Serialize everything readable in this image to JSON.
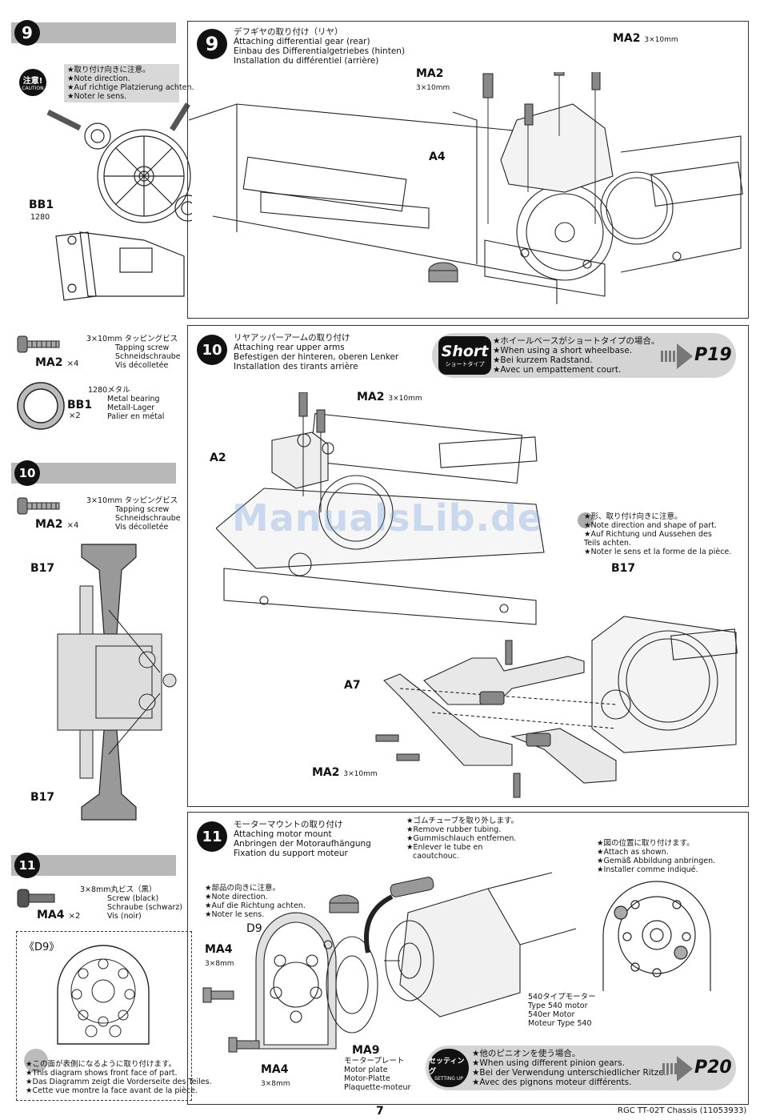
{
  "sidebar": {
    "step9": {
      "number": "9",
      "caution_label": "注意!",
      "caution_sub": "CAUTION",
      "notes": [
        "★取り付け向きに注意。",
        "★Note direction.",
        "★Auf richtige Platzierung achten.",
        "★Noter le sens."
      ],
      "part_label": "BB1",
      "part_sub": "1280"
    },
    "parts9": [
      {
        "code": "MA2",
        "qty": "×4",
        "lines": [
          "3×10mm タッピングビス",
          "Tapping screw",
          "Schneidschraube",
          "Vis décolletée"
        ]
      },
      {
        "code": "BB1",
        "qty": "×2",
        "lines": [
          "1280メタル",
          "Metal bearing",
          "Metall-Lager",
          "Palier en métal"
        ]
      }
    ],
    "step10": {
      "number": "10",
      "part": {
        "code": "MA2",
        "qty": "×4",
        "lines": [
          "3×10mm タッピングビス",
          "Tapping screw",
          "Schneidschraube",
          "Vis décolletée"
        ]
      },
      "labels": [
        "B17",
        "B17"
      ]
    },
    "step11": {
      "number": "11",
      "part": {
        "code": "MA4",
        "qty": "×2",
        "lines": [
          "3×8mm丸ビス（黒）",
          "Screw (black)",
          "Schraube (schwarz)",
          "Vis (noir)"
        ]
      },
      "detail_label": "《D9》",
      "detail_notes": [
        "★この面が表側になるように取り付けます。",
        "★This diagram shows front face of part.",
        "★Das Diagramm zeigt die Vorderseite des Teiles.",
        "★Cette vue montre la face avant de la pièce."
      ]
    }
  },
  "step9": {
    "number": "9",
    "title": [
      "デフギヤの取り付け（リヤ）",
      "Attaching differential gear (rear)",
      "Einbau des Differentialgetriebes (hinten)",
      "Installation du différentiel (arrière)"
    ],
    "labels": {
      "ma2_right": "MA2",
      "ma2_right_size": "3×10mm",
      "ma2_left": "MA2",
      "ma2_left_size": "3×10mm",
      "a4": "A4"
    }
  },
  "step10": {
    "number": "10",
    "title": [
      "リヤアッパーアームの取り付け",
      "Attaching rear upper arms",
      "Befestigen der hinteren, oberen Lenker",
      "Installation des tirants arrière"
    ],
    "short_badge": "Short",
    "short_badge_sub": "ショートタイプ",
    "short_notes": [
      "★ホイールベースがショートタイプの場合。",
      "★When using a short wheelbase.",
      "★Bei kurzem Radstand.",
      "★Avec un empattement court."
    ],
    "page_ref": "P19",
    "labels": {
      "ma2_top": "MA2",
      "ma2_top_size": "3×10mm",
      "a2": "A2",
      "b17": "B17",
      "a7": "A7",
      "ma2_bottom": "MA2",
      "ma2_bottom_size": "3×10mm"
    },
    "notes": [
      "★形、取り付け向きに注意。",
      "★Note direction and shape of part.",
      "★Auf Richtung und Aussehen des",
      "Teils achten.",
      "★Noter le sens et la forme de la pièce."
    ]
  },
  "step11": {
    "number": "11",
    "title": [
      "モーターマウントの取り付け",
      "Attaching motor mount",
      "Anbringen der Motoraufhängung",
      "Fixation du support moteur"
    ],
    "rubber_notes": [
      "★ゴムチューブを取り外します。",
      "★Remove rubber tubing.",
      "★Gummischlauch entfernen.",
      "★Enlever le tube en",
      "caoutchouc."
    ],
    "attach_notes": [
      "★図の位置に取り付けます。",
      "★Attach as shown.",
      "★Gemäß Abbildung anbringen.",
      "★Installer comme indiqué."
    ],
    "direction_notes": [
      "★部品の向きに注意。",
      "★Note direction.",
      "★Auf die Richtung achten.",
      "★Noter le sens."
    ],
    "labels": {
      "ma4_top": "MA4",
      "ma4_top_size": "3×8mm",
      "d9": "D9",
      "ma4_bottom": "MA4",
      "ma4_bottom_size": "3×8mm",
      "ma9": "MA9"
    },
    "ma9_lines": [
      "モータープレート",
      "Motor plate",
      "Motor-Platte",
      "Plaquette-moteur"
    ],
    "motor_lines": [
      "540タイプモーター",
      "Type 540 motor",
      "540er Motor",
      "Moteur Type 540"
    ],
    "setting_badge": "セッティング",
    "setting_badge_sub": "SETTING UP",
    "setting_notes": [
      "★他のピニオンを使う場合。",
      "★When using different pinion gears.",
      "★Bei der Verwendung unterschiedlicher Ritzel.",
      "★Avec des pignons moteur différents."
    ],
    "page_ref": "P20"
  },
  "watermark": "ManualsLib.de",
  "footer": {
    "page_number": "7",
    "doc_title": "RGC TT-02T Chassis (11053933)"
  }
}
